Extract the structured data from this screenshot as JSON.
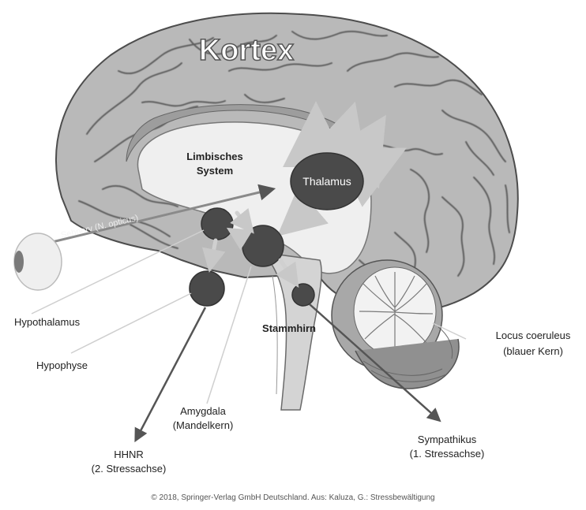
{
  "labels": {
    "kortex": "Kortex",
    "limbisches_line1": "Limbisches",
    "limbisches_line2": "System",
    "thalamus": "Thalamus",
    "sehnerv": "Sehnerv (N. opticus)",
    "hypothalamus": "Hypothalamus",
    "hypophyse": "Hypophyse",
    "stammhirn": "Stammhirn",
    "amygdala_line1": "Amygdala",
    "amygdala_line2": "(Mandelkern)",
    "hhnr_line1": "HHNR",
    "hhnr_line2": "(2. Stressachse)",
    "locus_line1": "Locus coeruleus",
    "locus_line2": "(blauer Kern)",
    "sympathikus_line1": "Sympathikus",
    "sympathikus_line2": "(1. Stressachse)"
  },
  "copyright": "© 2018, Springer-Verlag GmbH Deutschland. Aus: Kaluza, G.: Stressbewältigung",
  "colors": {
    "background": "#ffffff",
    "cortex_fill": "#b9b9b9",
    "gyri_stroke": "#5e5e5e",
    "structure_fill": "#4a4a4a",
    "light_region": "#efefef",
    "arrow_gray": "#c8c8c8",
    "dark_line": "#555555"
  }
}
